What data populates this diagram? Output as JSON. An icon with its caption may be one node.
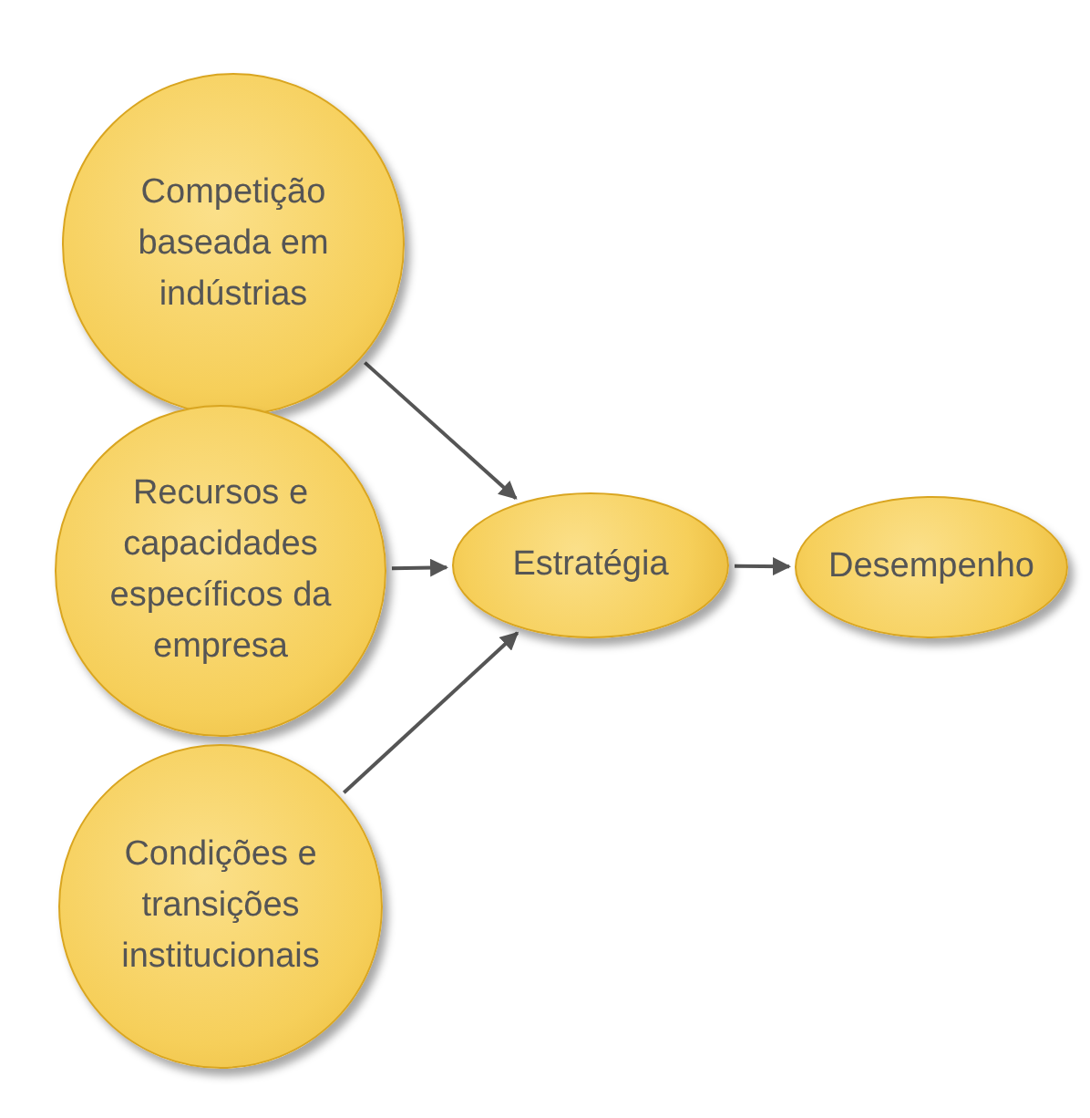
{
  "diagram": {
    "nodes": [
      {
        "text": [
          "Competição baseada em indústrias"
        ]
      },
      {
        "text": [
          "Recursos e capacidades específicos da empresa"
        ]
      },
      {
        "text": [
          "Condições e transições institucionais"
        ]
      },
      {
        "text": [
          "Estratégia"
        ]
      },
      {
        "text": [
          "Desempenho"
        ]
      }
    ],
    "edges": [
      {
        "from": 0,
        "to": 3,
        "arrow": "to"
      },
      {
        "from": 1,
        "to": 3,
        "arrow": "to"
      },
      {
        "from": 2,
        "to": 3,
        "arrow": "to"
      },
      {
        "from": 3,
        "to": 4,
        "arrow": "to"
      }
    ]
  }
}
